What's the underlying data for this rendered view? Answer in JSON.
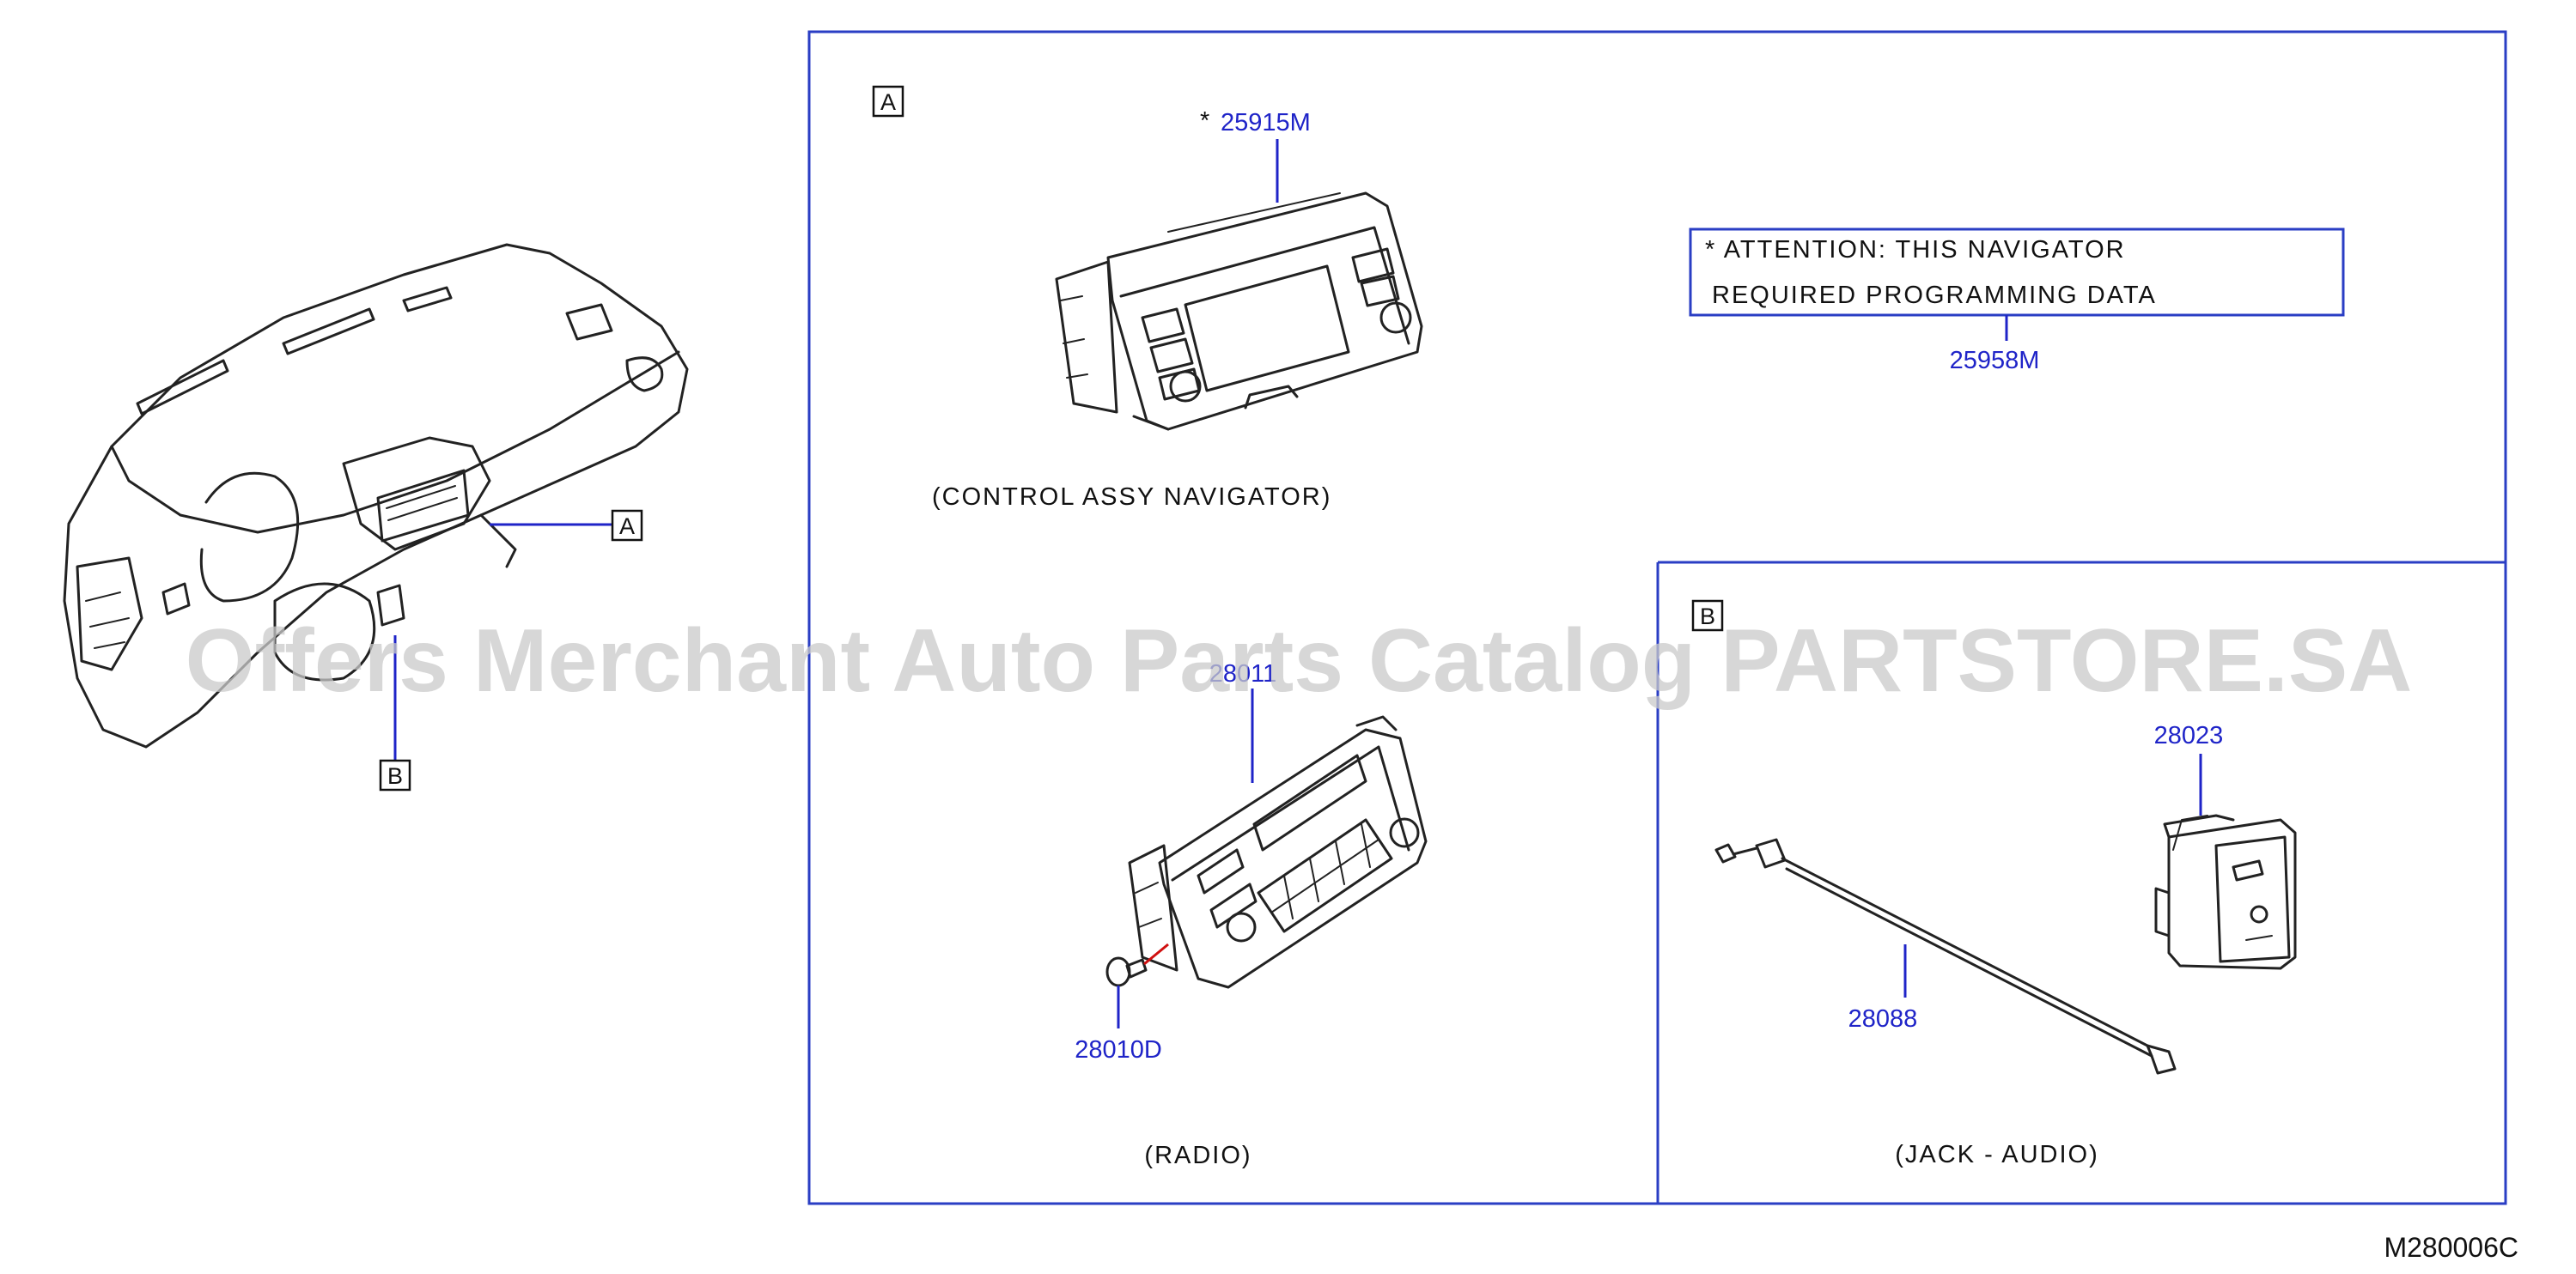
{
  "diagram": {
    "markers": {
      "a": "A",
      "b": "B"
    },
    "parts": {
      "nav_unit": "25915M",
      "nav_mark": "*",
      "attention_part": "25958M",
      "radio_unit": "28011",
      "radio_screw": "28010D",
      "jack": "28023",
      "cable": "28088"
    },
    "captions": {
      "navigator": "(CONTROL   ASSY   NAVIGATOR)",
      "radio": "(RADIO)",
      "jack": "(JACK   -   AUDIO)"
    },
    "attention": {
      "line1": "*   ATTENTION:   THIS   NAVIGATOR",
      "line2": "REQUIRED   PROGRAMMING   DATA"
    },
    "diagram_code": "M280006C",
    "watermark": "Offers Merchant Auto Parts Catalog PARTSTORE.SA",
    "colors": {
      "frame": "#2a3ec4",
      "part_number": "#1f24c8",
      "leader_red": "#d01010"
    }
  }
}
